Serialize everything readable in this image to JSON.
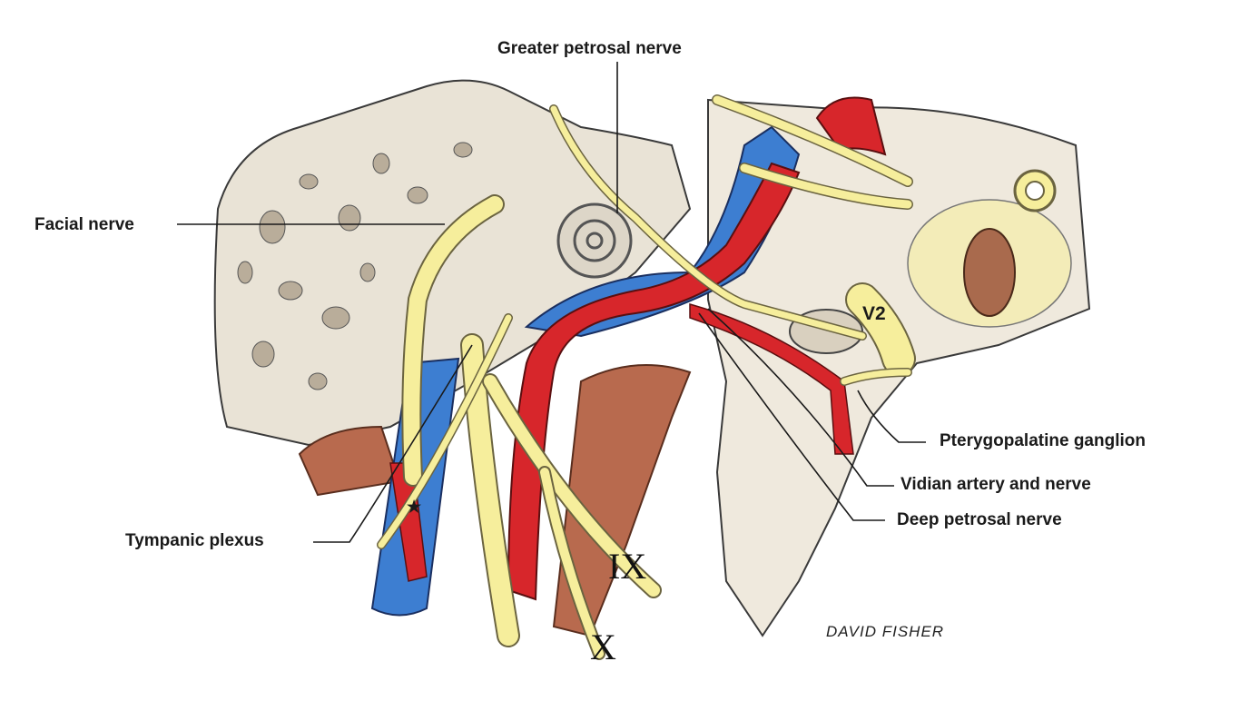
{
  "labels": {
    "greater_petrosal": "Greater petrosal nerve",
    "facial": "Facial nerve",
    "tympanic_plexus": "Tympanic plexus",
    "pterygopalatine_ganglion": "Pterygopalatine ganglion",
    "vidian": "Vidian artery and nerve",
    "deep_petrosal": "Deep petrosal nerve"
  },
  "markers": {
    "v2": "V2",
    "ix": "IX",
    "x": "X",
    "star": "★"
  },
  "signature": "DAVID FISHER",
  "colors": {
    "bone": "#e9e3d6",
    "bone_shadow": "#b9ad9a",
    "nerve": "#f6ee9c",
    "nerve_outline": "#6b6440",
    "artery": "#d7262b",
    "vein": "#3d7ed1",
    "muscle": "#b86a4e",
    "line": "#1a1a1a"
  }
}
